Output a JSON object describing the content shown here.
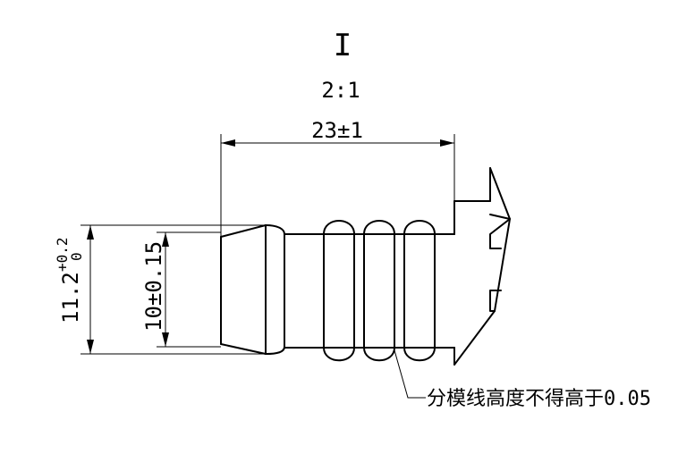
{
  "view": {
    "label": "I",
    "scale": "2:1"
  },
  "dimensions": {
    "length": "23±1",
    "outer_diameter": {
      "base": "11.2",
      "upper_tolerance": "+0.2",
      "lower_tolerance": "0"
    },
    "inner_diameter": "10±0.15"
  },
  "note": "分模线高度不得高于0.05"
}
